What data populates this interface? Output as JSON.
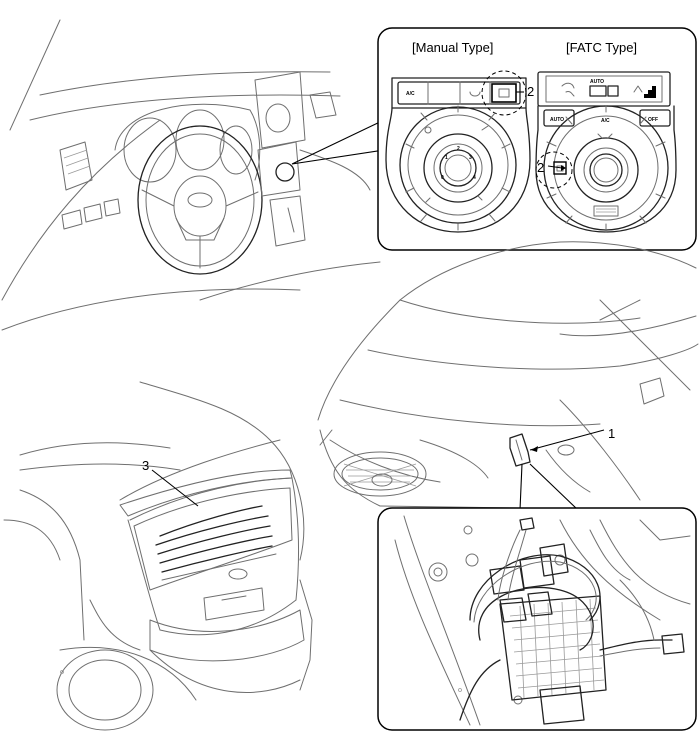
{
  "callouts": {
    "manual_ref": "2",
    "fatc_ref": "2",
    "connector_ref": "1",
    "rear_glass_ref": "3"
  },
  "panels": {
    "manual_title": "[Manual Type]",
    "fatc_title": "[FATC Type]",
    "manual_ac": "A/C",
    "fatc_auto_btn": "AUTO",
    "fatc_ac": "A/C",
    "fatc_off": "OFF",
    "fatc_display_auto": "AUTO"
  },
  "dial_numbers": [
    "0",
    "1",
    "2",
    "3",
    "4"
  ]
}
